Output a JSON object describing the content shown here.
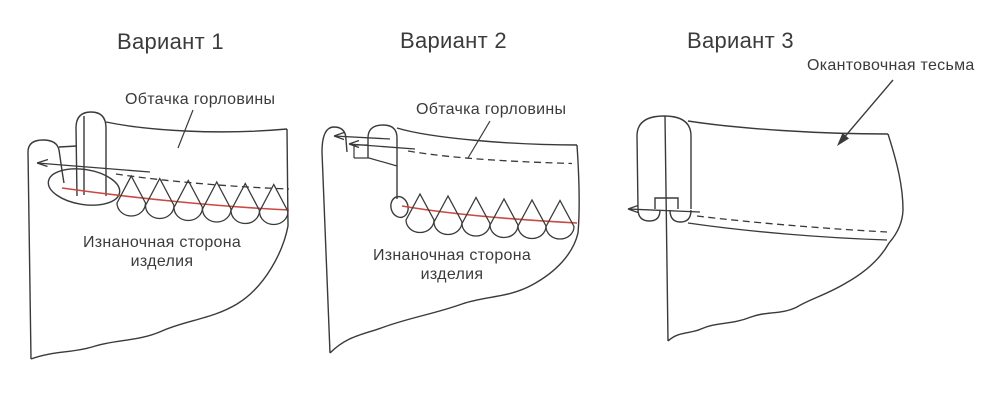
{
  "figure": {
    "type": "sewing-neckline-finishing-diagram",
    "language": "ru",
    "colors": {
      "background": "#ffffff",
      "ink": "#3a3a3a",
      "stitch_red": "#c84a42",
      "text": "#3b3b3b"
    },
    "panels": [
      {
        "title": "Вариант 1",
        "facing_label": "Обтачка горловины",
        "wrong_side_line1": "Изнаночная сторона",
        "wrong_side_line2": "изделия"
      },
      {
        "title": "Вариант 2",
        "facing_label": "Обтачка горловины",
        "wrong_side_line1": "Изнаночная сторона",
        "wrong_side_line2": "изделия"
      },
      {
        "title": "Вариант 3",
        "binding_tape_label": "Окантовочная тесьма"
      }
    ]
  }
}
